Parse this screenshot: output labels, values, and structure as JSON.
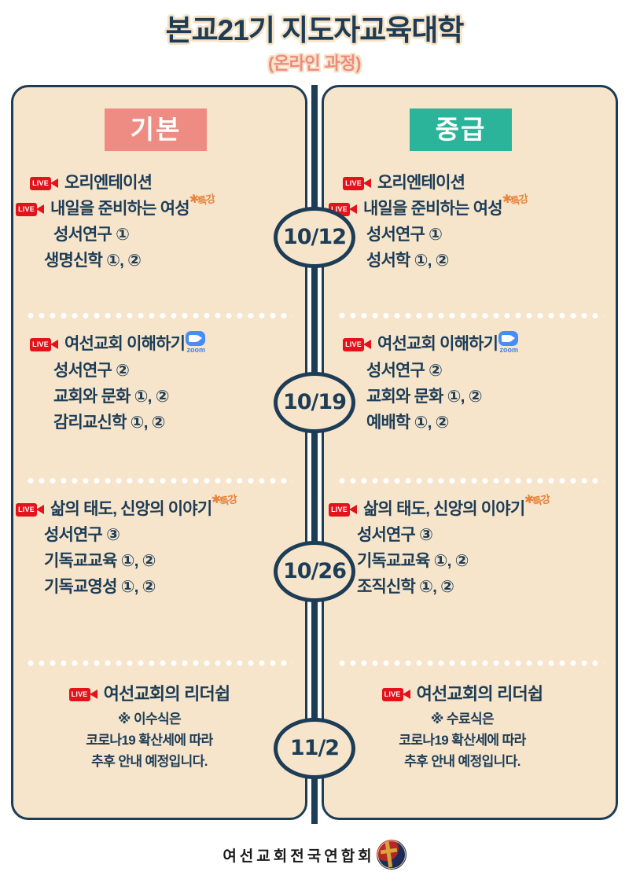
{
  "header": {
    "title": "본교21기 지도자교육대학",
    "subtitle": "(온라인 과정)"
  },
  "levels": {
    "basic": {
      "label": "기본",
      "color": "#EE8C83"
    },
    "intermediate": {
      "label": "중급",
      "color": "#2BB49A"
    }
  },
  "badges": {
    "live_label": "LIVE",
    "special_label": "특강",
    "zoom_label": "zoom"
  },
  "schedule": [
    {
      "date": "10/12",
      "basic": [
        {
          "text": "오리엔테이션",
          "live": true,
          "special": false,
          "zoom": false,
          "indent": 1
        },
        {
          "text": "내일을 준비하는 여성",
          "live": true,
          "special": true,
          "zoom": false,
          "indent": 0
        },
        {
          "text": "성서연구 ①",
          "live": false,
          "special": false,
          "zoom": false,
          "indent": 3
        },
        {
          "text": "생명신학 ①, ②",
          "live": false,
          "special": false,
          "zoom": false,
          "indent": 2
        }
      ],
      "intermediate": [
        {
          "text": "오리엔테이션",
          "live": true,
          "special": false,
          "zoom": false,
          "indent": 1
        },
        {
          "text": "내일을 준비하는 여성",
          "live": true,
          "special": true,
          "zoom": false,
          "indent": 0
        },
        {
          "text": "성서연구 ①",
          "live": false,
          "special": false,
          "zoom": false,
          "indent": 3
        },
        {
          "text": "성서학 ①, ②",
          "live": false,
          "special": false,
          "zoom": false,
          "indent": 3
        }
      ]
    },
    {
      "date": "10/19",
      "basic": [
        {
          "text": "여선교회 이해하기",
          "live": true,
          "special": false,
          "zoom": true,
          "indent": 1
        },
        {
          "text": "성서연구 ②",
          "live": false,
          "special": false,
          "zoom": false,
          "indent": 3
        },
        {
          "text": "교회와 문화 ①, ②",
          "live": false,
          "special": false,
          "zoom": false,
          "indent": 3
        },
        {
          "text": "감리교신학 ①, ②",
          "live": false,
          "special": false,
          "zoom": false,
          "indent": 3
        }
      ],
      "intermediate": [
        {
          "text": "여선교회 이해하기",
          "live": true,
          "special": false,
          "zoom": true,
          "indent": 1
        },
        {
          "text": "성서연구 ②",
          "live": false,
          "special": false,
          "zoom": false,
          "indent": 3
        },
        {
          "text": "교회와 문화 ①, ②",
          "live": false,
          "special": false,
          "zoom": false,
          "indent": 3
        },
        {
          "text": "예배학 ①, ②",
          "live": false,
          "special": false,
          "zoom": false,
          "indent": 3
        }
      ]
    },
    {
      "date": "10/26",
      "basic": [
        {
          "text": "삶의 태도, 신앙의 이야기",
          "live": true,
          "special": true,
          "zoom": false,
          "indent": 0
        },
        {
          "text": "성서연구 ③",
          "live": false,
          "special": false,
          "zoom": false,
          "indent": 2
        },
        {
          "text": "기독교교육 ①, ②",
          "live": false,
          "special": false,
          "zoom": false,
          "indent": 2
        },
        {
          "text": "기독교영성 ①, ②",
          "live": false,
          "special": false,
          "zoom": false,
          "indent": 2
        }
      ],
      "intermediate": [
        {
          "text": "삶의 태도, 신앙의 이야기",
          "live": true,
          "special": true,
          "zoom": false,
          "indent": 0
        },
        {
          "text": "성서연구 ③",
          "live": false,
          "special": false,
          "zoom": false,
          "indent": 2
        },
        {
          "text": "기독교교육 ①, ②",
          "live": false,
          "special": false,
          "zoom": false,
          "indent": 2
        },
        {
          "text": "조직신학 ①, ②",
          "live": false,
          "special": false,
          "zoom": false,
          "indent": 2
        }
      ]
    },
    {
      "date": "11/2",
      "basic_head": {
        "text": "여선교회의 리더쉽",
        "live": true
      },
      "basic_notes": [
        "※ 이수식은",
        "코로나19 확산세에 따라",
        "추후 안내 예정입니다."
      ],
      "intermediate_head": {
        "text": "여선교회의 리더쉽",
        "live": true
      },
      "intermediate_notes": [
        "※ 수료식은",
        "코로나19 확산세에 따라",
        "추후 안내 예정입니다."
      ]
    }
  ],
  "footer": {
    "organization": "여선교회전국연합회"
  },
  "colors": {
    "panel_bg": "#F6E5CB",
    "ink": "#1D3C56",
    "live_red": "#E3121B",
    "special_orange": "#E8823A",
    "zoom_blue": "#4A8CF7",
    "page_bg": "#FFFFFF"
  }
}
